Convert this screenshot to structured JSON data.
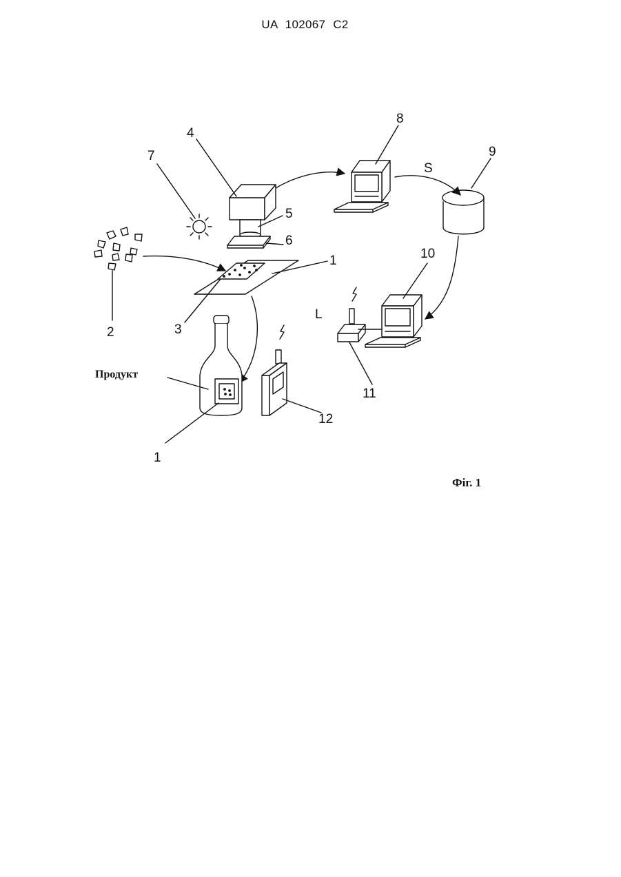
{
  "header": {
    "patent_number": "UA   102067   C2"
  },
  "figure": {
    "caption": "Фіг. 1",
    "product_label": "Продукт",
    "labels": {
      "n1_top": "1",
      "n1_bottom": "1",
      "n2": "2",
      "n3": "3",
      "n4": "4",
      "n5": "5",
      "n6": "6",
      "n7": "7",
      "n8": "8",
      "n9": "9",
      "n10": "10",
      "n11": "11",
      "n12": "12",
      "S": "S",
      "L": "L"
    }
  }
}
